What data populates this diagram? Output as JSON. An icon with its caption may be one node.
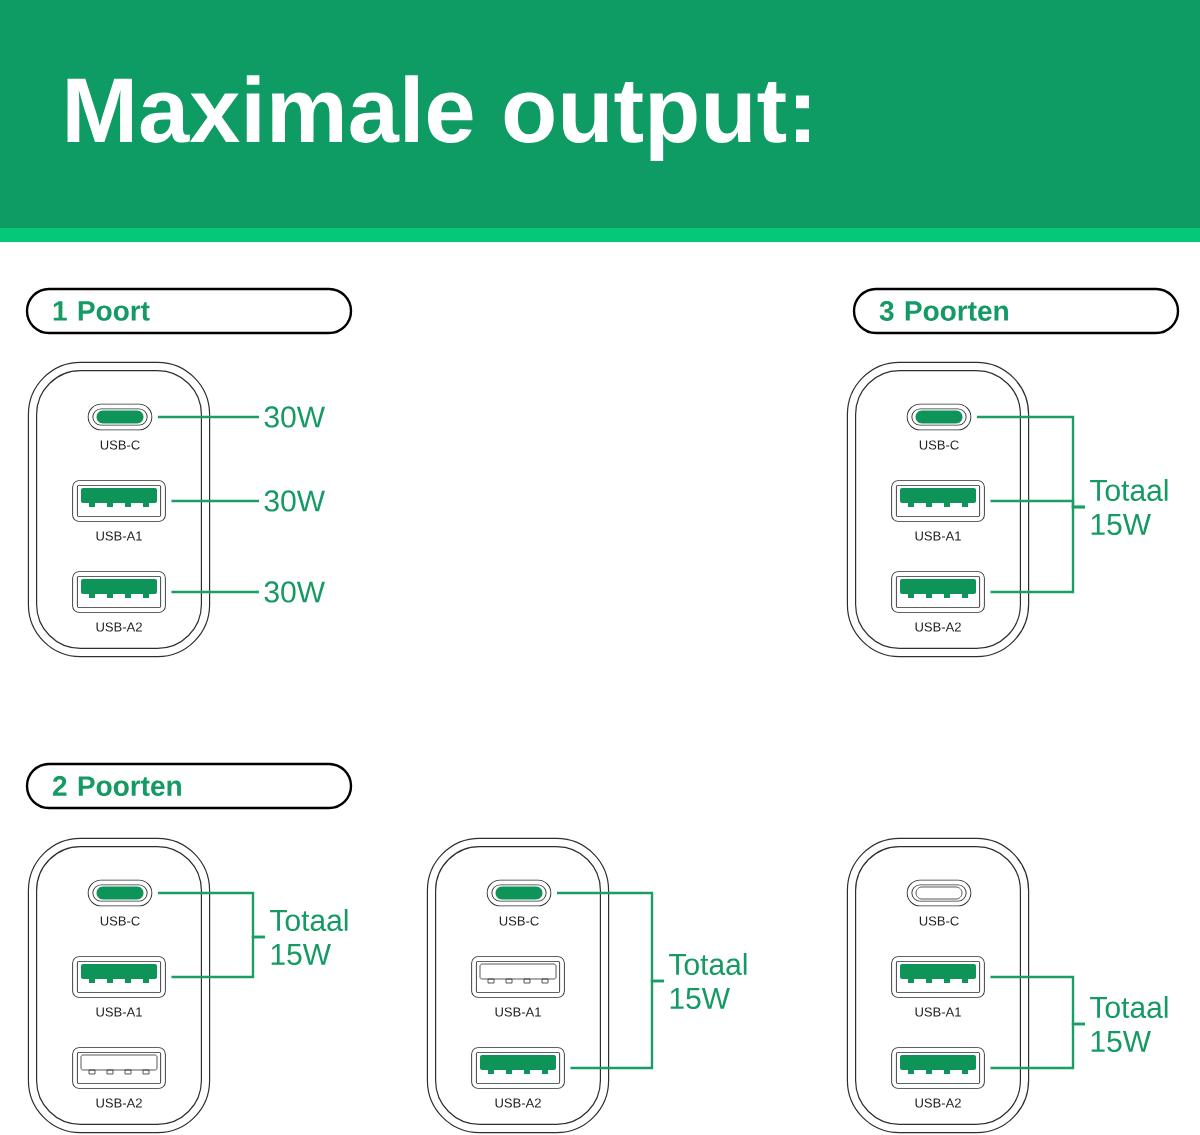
{
  "diagram": {
    "title": "Maximale output:",
    "nodes": [
      {
        "text": [
          "1 Poort"
        ]
      },
      {
        "text": [],
        "shape": "box"
      },
      {
        "text": [
          "USB-C"
        ],
        "in": 1
      },
      {
        "text": [
          "USB-A1"
        ],
        "in": 1
      },
      {
        "text": [
          "USB-A2"
        ],
        "in": 1
      },
      {
        "text": [
          "30W"
        ]
      },
      {
        "text": [
          "30W"
        ]
      },
      {
        "text": [
          "30W"
        ]
      },
      {
        "text": [
          "3 Poorten"
        ]
      },
      {
        "text": [],
        "shape": "box"
      },
      {
        "text": [
          "USB-C"
        ],
        "in": 9
      },
      {
        "text": [
          "USB-A1"
        ],
        "in": 9
      },
      {
        "text": [
          "USB-A2"
        ],
        "in": 9
      },
      {
        "text": [
          "Totaal 15W"
        ]
      },
      {
        "text": [
          "2 Poorten"
        ]
      },
      {
        "text": [],
        "shape": "box"
      },
      {
        "text": [
          "USB-C"
        ],
        "in": 15
      },
      {
        "text": [
          "USB-A1"
        ],
        "in": 15
      },
      {
        "text": [
          "USB-A2"
        ],
        "in": 15
      },
      {
        "text": [
          "Totaal 15W"
        ]
      },
      {
        "text": [],
        "shape": "box"
      },
      {
        "text": [
          "USB-C"
        ],
        "in": 20
      },
      {
        "text": [
          "USB-A1"
        ],
        "in": 20
      },
      {
        "text": [
          "USB-A2"
        ],
        "in": 20
      },
      {
        "text": [
          "Totaal 15W"
        ]
      },
      {
        "text": [],
        "shape": "box"
      },
      {
        "text": [
          "USB-C"
        ],
        "in": 25
      },
      {
        "text": [
          "USB-A1"
        ],
        "in": 25
      },
      {
        "text": [
          "USB-A2"
        ],
        "in": 25
      },
      {
        "text": [
          "Totaal 15W"
        ]
      }
    ],
    "edges": [
      {
        "from": 2,
        "to": 5,
        "arrow": "none"
      },
      {
        "from": 3,
        "to": 6,
        "arrow": "none"
      },
      {
        "from": 4,
        "to": 7,
        "arrow": "none"
      },
      {
        "from": 10,
        "to": 13,
        "arrow": "none"
      },
      {
        "from": 11,
        "to": 13,
        "arrow": "none"
      },
      {
        "from": 12,
        "to": 13,
        "arrow": "none"
      },
      {
        "from": 16,
        "to": 19,
        "arrow": "none"
      },
      {
        "from": 17,
        "to": 19,
        "arrow": "none"
      },
      {
        "from": 21,
        "to": 24,
        "arrow": "none"
      },
      {
        "from": 23,
        "to": 24,
        "arrow": "none"
      },
      {
        "from": 27,
        "to": 29,
        "arrow": "none"
      },
      {
        "from": 28,
        "to": 29,
        "arrow": "none"
      }
    ]
  }
}
